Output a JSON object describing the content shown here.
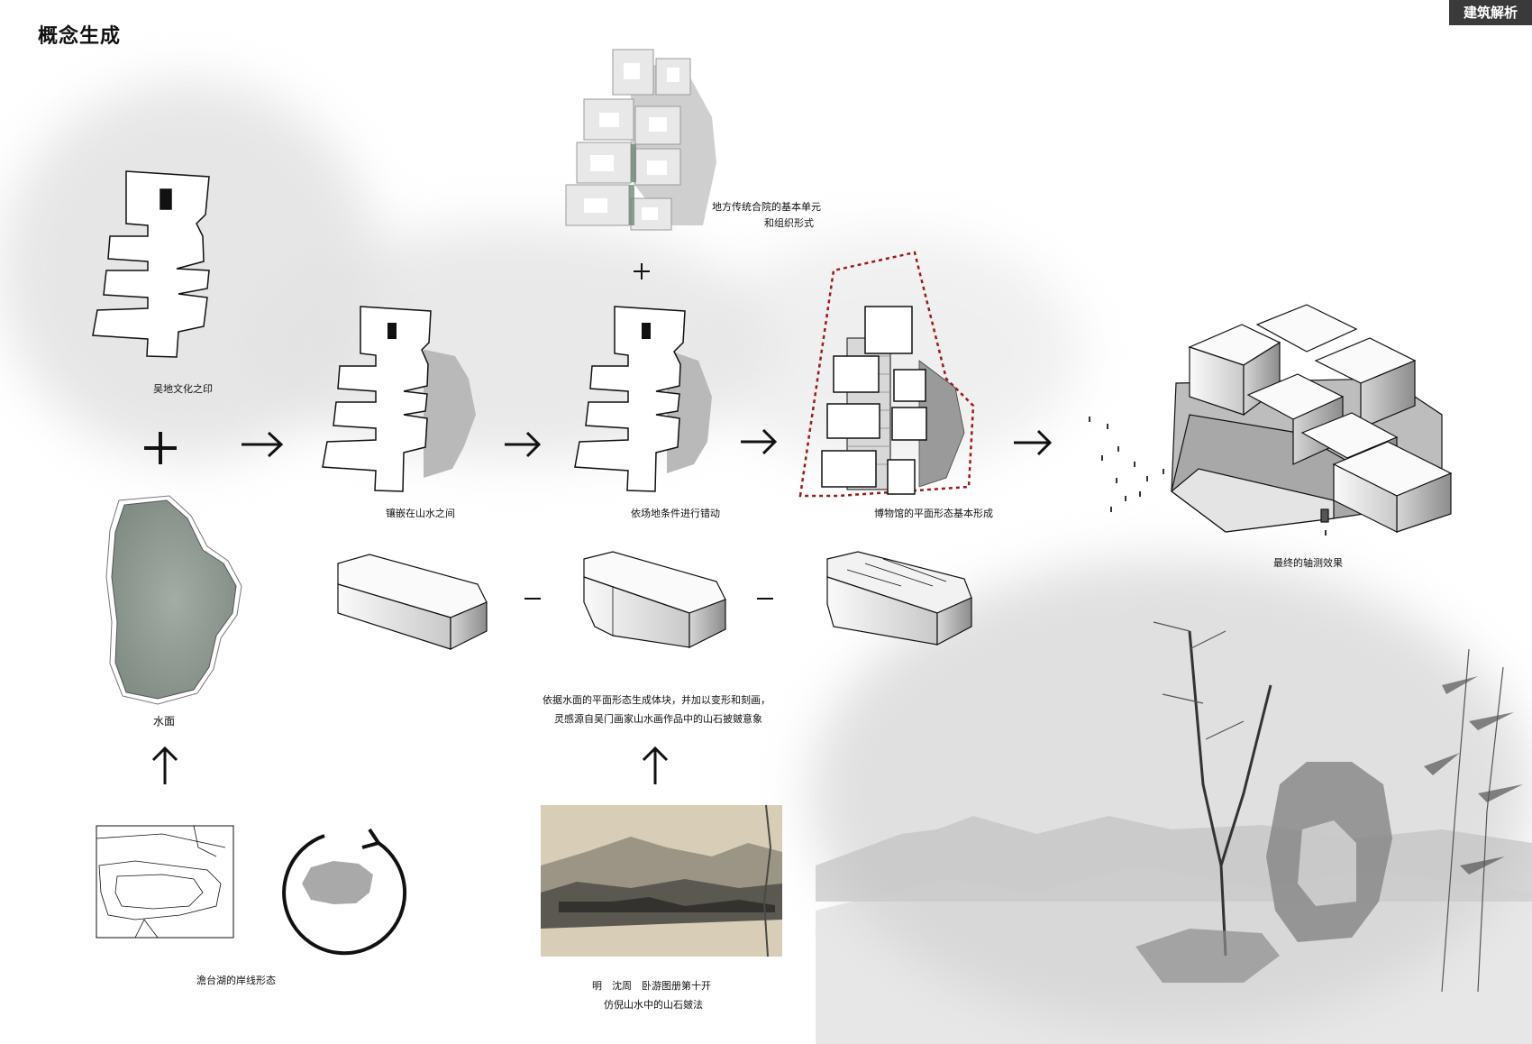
{
  "header": {
    "title": "概念生成",
    "badge": "建筑解析"
  },
  "labels": {
    "wu_seal": "吴地文化之印",
    "courtyard_line1": "地方传统合院的基本单元",
    "courtyard_line2": "和组织形式",
    "embed": "镶嵌在山水之间",
    "stagger": "依场地条件进行错动",
    "plan_form": "博物馆的平面形态基本形成",
    "final": "最终的轴测效果",
    "water": "水面",
    "volume_line1": "依据水面的平面形态生成体块，并加以变形和刻画，",
    "volume_line2": "灵感源自吴门画家山水画作品中的山石披皴意象",
    "shoreline": "澹台湖的岸线形态",
    "painting_line1": "明　沈周　卧游图册第十开",
    "painting_line2": "仿倪山水中的山石皴法"
  },
  "operators": {
    "plus_main": "+",
    "plus_small": "+",
    "minus": "–",
    "arrow": "→",
    "up_arrow": "↑"
  },
  "colors": {
    "mist": "#d9d9d9",
    "water": "#8f9a92",
    "dashed_outline": "#a01818",
    "badge_bg": "#3a3a3a"
  }
}
